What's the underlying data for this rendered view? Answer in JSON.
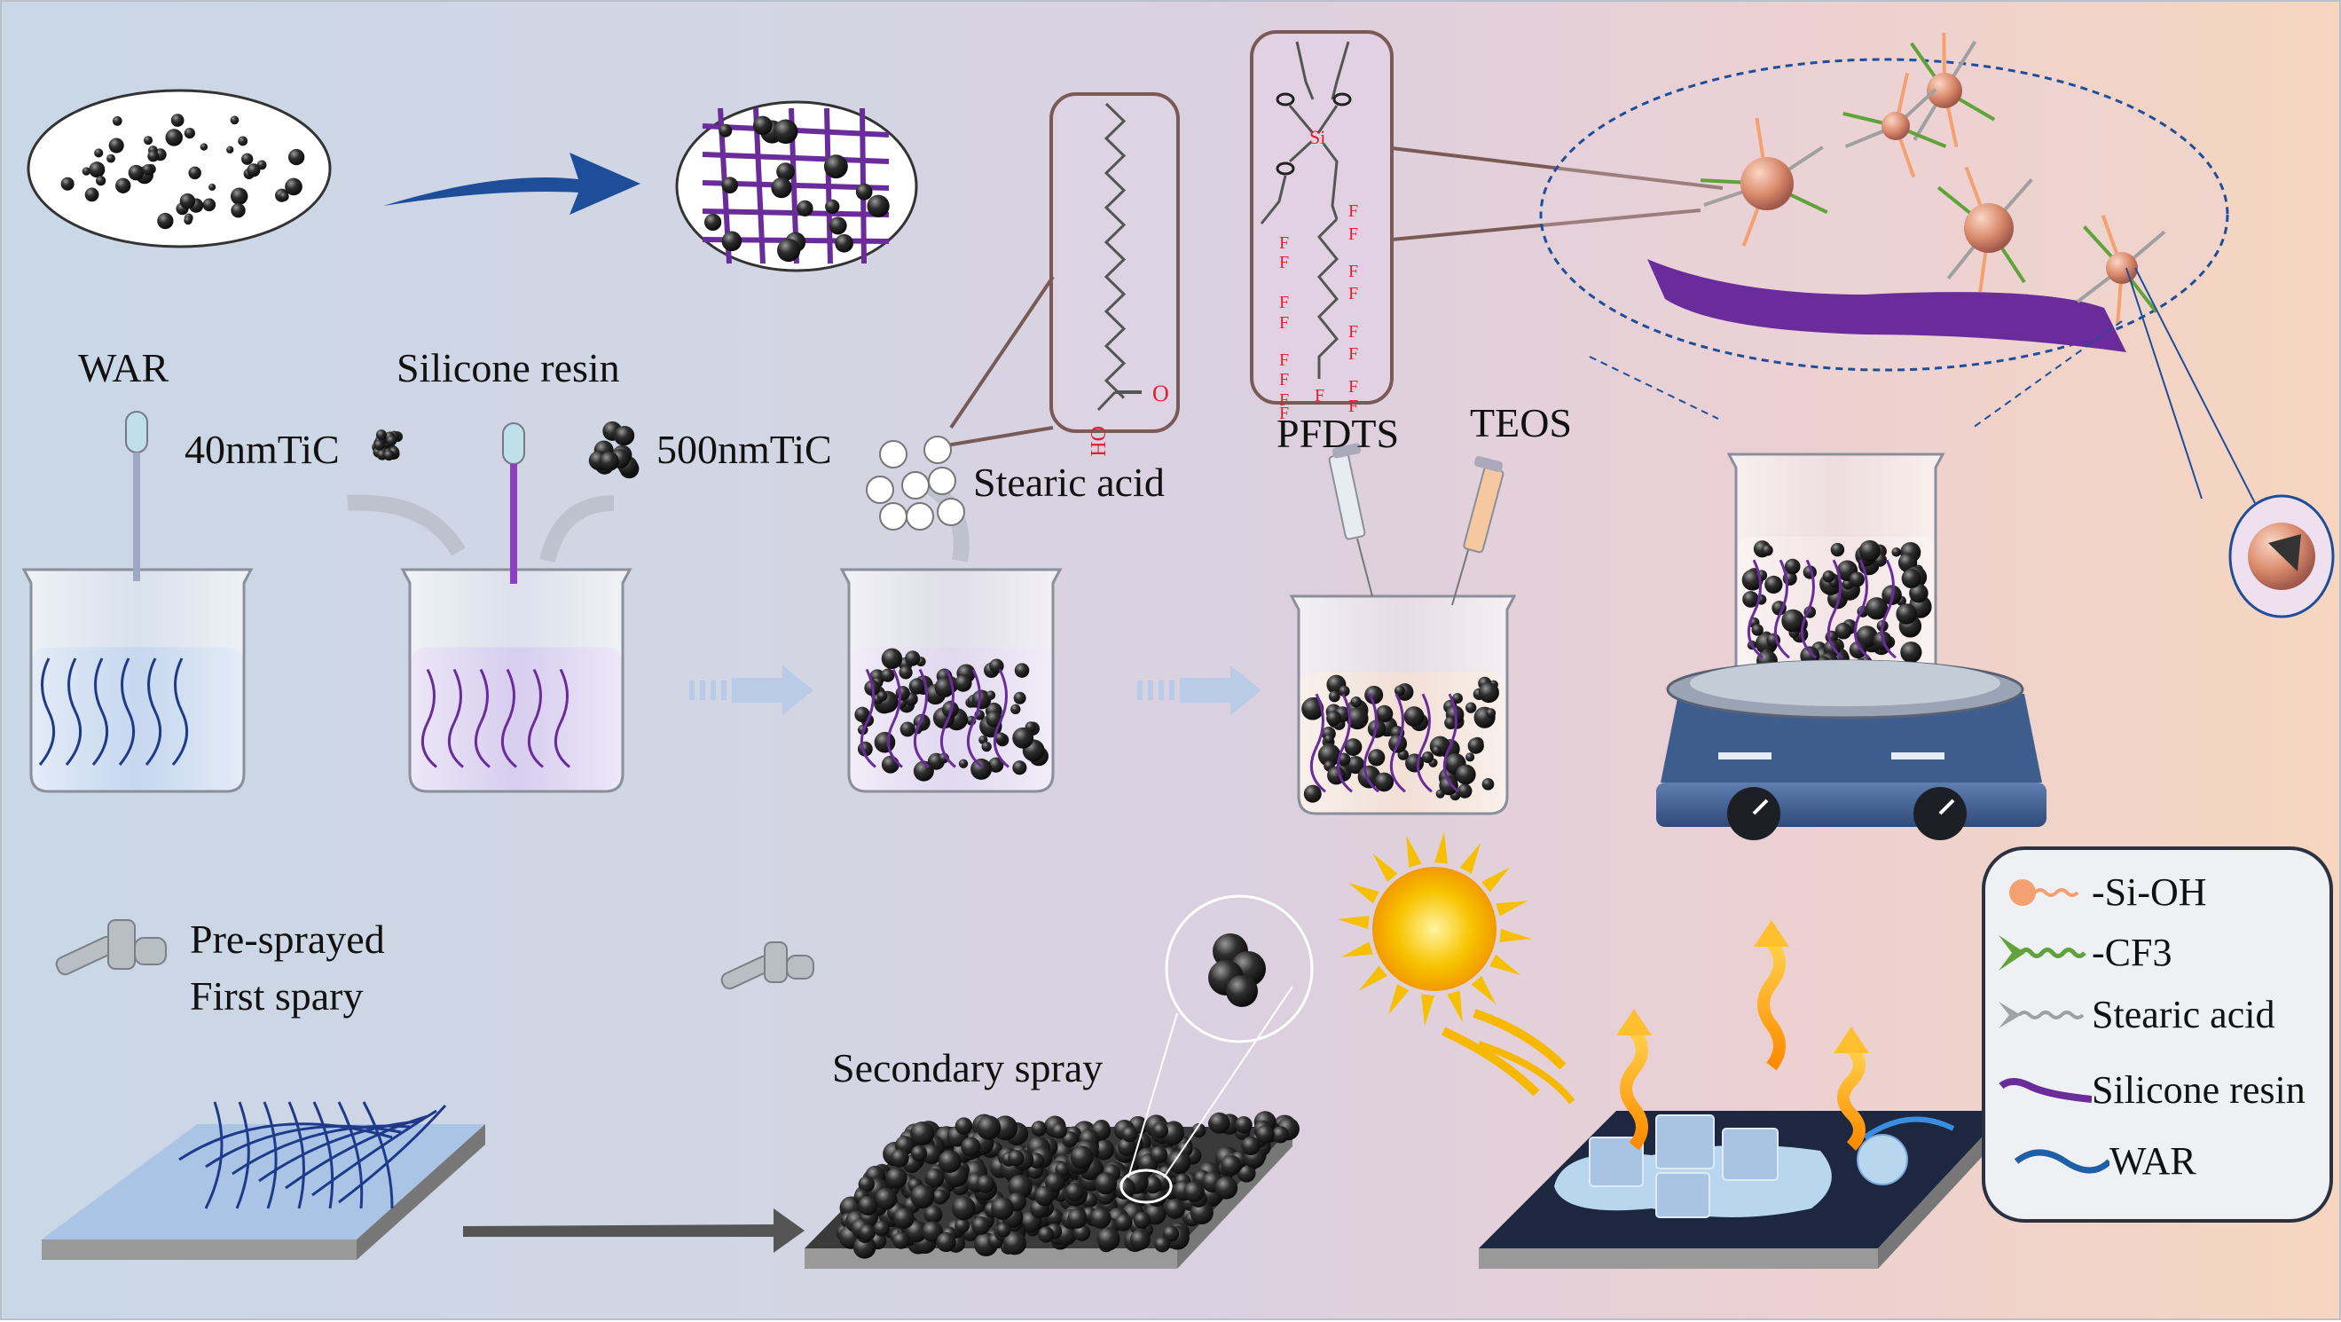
{
  "figure": {
    "type": "process-schematic",
    "colors": {
      "silicone_resin": "#6a2c9a",
      "war": "#1f5fa8",
      "si_oh": "#f4a070",
      "cf3": "#5fa33a",
      "stearic_acid": "#a0a0a0",
      "fluorine_label": "#e0202a",
      "tic_particle": "#2a2a2a",
      "arrow_blue": "#1e4e9a",
      "sun": "#f6b800",
      "heat_arrow": "#f5a623"
    }
  },
  "labels": {
    "war": "WAR",
    "silicone_resin": "Silicone resin",
    "tic_40": "40nmTiC",
    "tic_500": "500nmTiC",
    "stearic_acid": "Stearic acid",
    "pfdts": "PFDTS",
    "teos": "TEOS",
    "pre_sprayed": "Pre-sprayed",
    "first_spray": "First spary",
    "secondary_spray": "Secondary spray"
  },
  "molecules": {
    "stearic_acid": {
      "groups": [
        "OH",
        "O"
      ]
    },
    "pfdts": {
      "atoms": [
        "O",
        "O",
        "O",
        "Si"
      ],
      "fluorine": "F",
      "fluorine_count": 17
    }
  },
  "legend": {
    "items": [
      {
        "label": "-Si-OH",
        "symbol": "si-oh"
      },
      {
        "label": "-CF3",
        "symbol": "cf3"
      },
      {
        "label": "Stearic acid",
        "symbol": "stearic-acid"
      },
      {
        "label": "Silicone resin",
        "symbol": "silicone-resin"
      },
      {
        "label": "WAR",
        "symbol": "war"
      }
    ]
  }
}
